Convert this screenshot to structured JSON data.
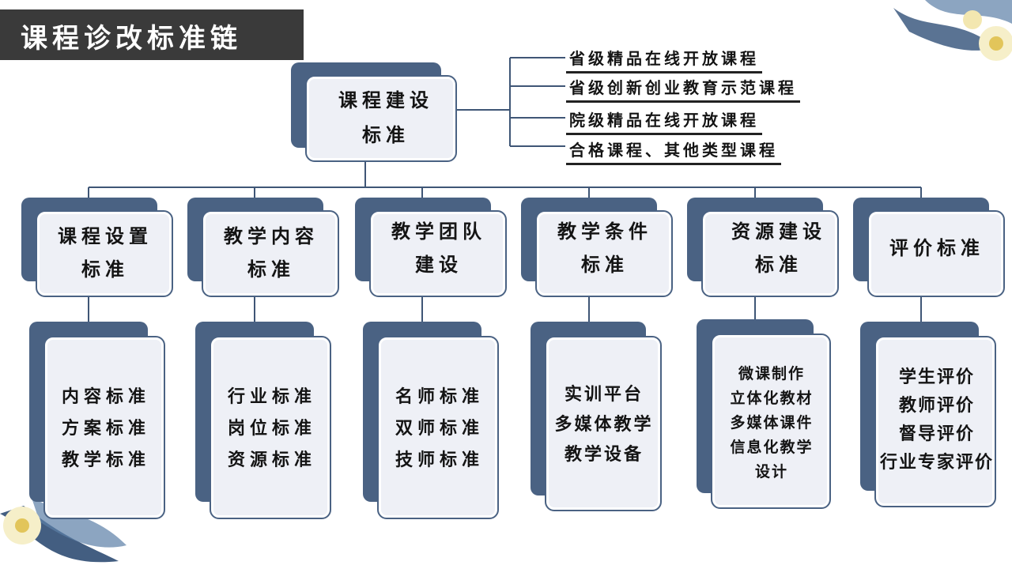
{
  "title": "课程诊改标准链",
  "root": {
    "label": "课程建设\n标准"
  },
  "root_children": [
    "省级精品在线开放课程",
    "省级创新创业教育示范课程",
    "院级精品在线开放课程",
    "合格课程、其他类型课程"
  ],
  "categories": [
    {
      "label": "课程设置\n标准",
      "details": "内容标准\n方案标准\n教学标准"
    },
    {
      "label": "教学内容\n标准",
      "details": "行业标准\n岗位标准\n资源标准"
    },
    {
      "label": "教学团队\n建设",
      "details": "名师标准\n双师标准\n技师标准"
    },
    {
      "label": "教学条件\n标准",
      "details": "实训平台\n多媒体教学\n教学设备"
    },
    {
      "label": "资源建设\n标准",
      "details": "微课制作\n立体化教材\n多媒体课件\n信息化教学\n设计"
    },
    {
      "label": "评价标准",
      "details": "学生评价\n教师评价\n督导评价\n行业专家评价"
    }
  ],
  "colors": {
    "card_back": "#4a6283",
    "card_front": "#eef0f6",
    "line": "#3f5676",
    "title_bg": "#3a3a3a"
  }
}
